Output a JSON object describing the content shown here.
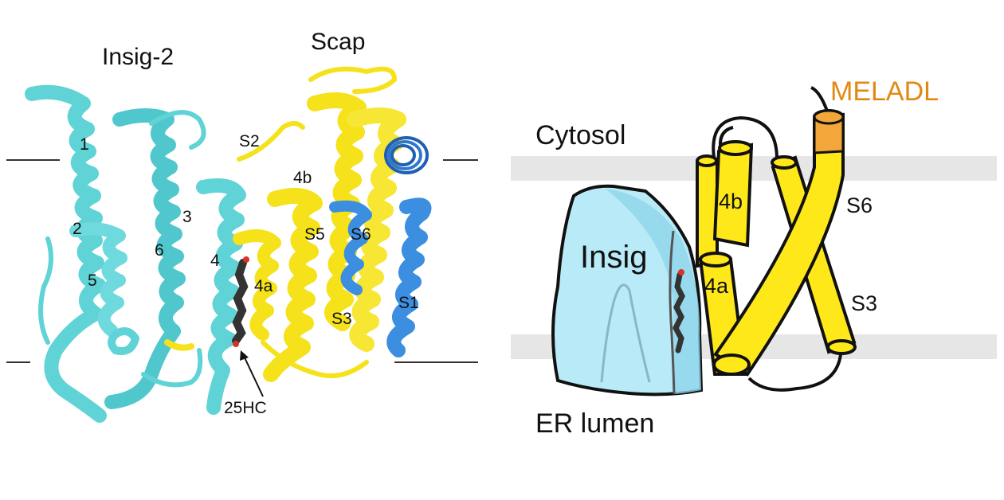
{
  "left_panel": {
    "insig_title": "Insig-2",
    "scap_title": "Scap",
    "insig_helix_labels": [
      "1",
      "2",
      "3",
      "4",
      "5",
      "6"
    ],
    "scap_helix_labels": [
      "S1",
      "S2",
      "S3",
      "4a",
      "4b",
      "S5",
      "S6"
    ],
    "ligand_label": "25HC"
  },
  "right_panel": {
    "cytosol_label": "Cytosol",
    "lumen_label": "ER lumen",
    "insig_label": "Insig",
    "motif_label": "MELADL",
    "helix_labels": [
      "4b",
      "4a",
      "S6",
      "S3"
    ]
  },
  "colors": {
    "insig_ribbon": "#5fd3d6",
    "scap_ribbon": "#f5e21a",
    "scap_s1_ribbon": "#3b8ee0",
    "scap_helix_blue_dark": "#1f5fb5",
    "ligand": "#333333",
    "insig_shape": "#b8eaf7",
    "scap_cylinder": "#ffe81a",
    "motif": "#f3a73a",
    "motif_text": "#e08a12",
    "membrane_band": "#e6e6e6"
  }
}
